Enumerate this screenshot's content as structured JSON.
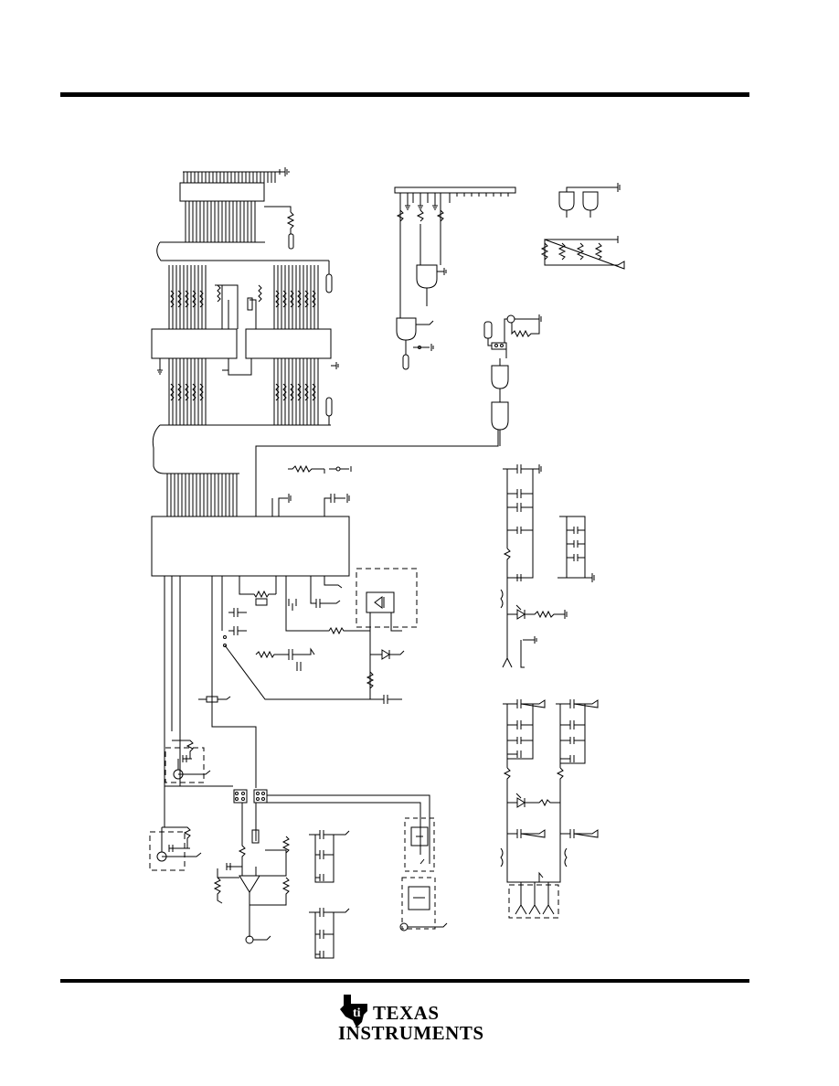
{
  "page": {
    "background": "#ffffff",
    "ink": "#000000"
  },
  "schematic": {
    "description_icon": "circuit-schematic"
  },
  "footer": {
    "logo_icon": "texas-instruments-logo",
    "logo_line1": "TEXAS",
    "logo_line2": "INSTRUMENTS"
  }
}
